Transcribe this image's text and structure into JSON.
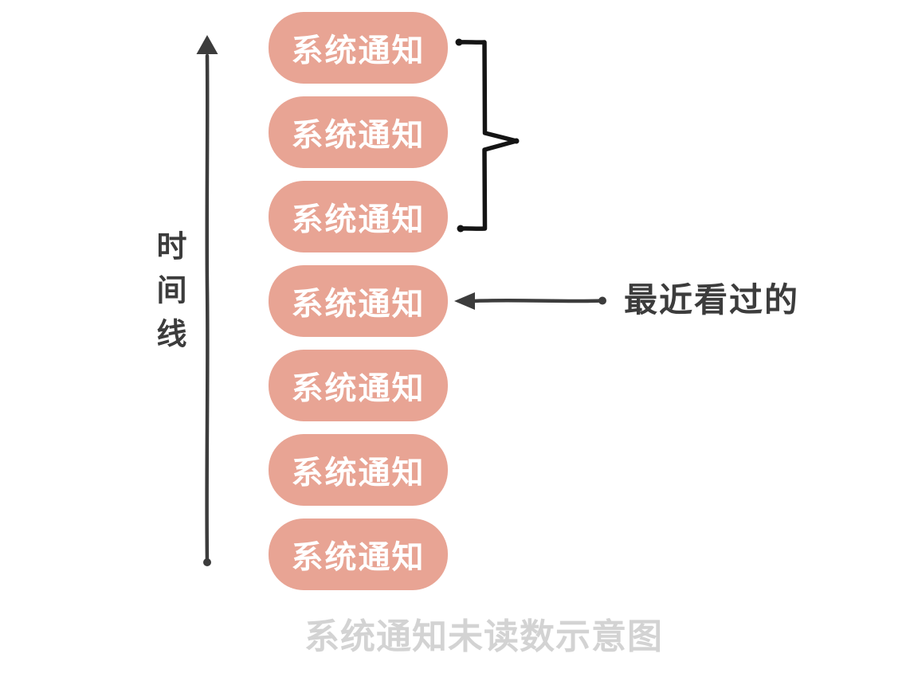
{
  "colors": {
    "background": "#ffffff",
    "box_fill": "#e8a494",
    "box_text": "#ffffff",
    "ink": "#3c3c3c",
    "caption_text": "#d3d3d3"
  },
  "timeline": {
    "label": "时间线"
  },
  "notifications": [
    "系统通知",
    "系统通知",
    "系统通知",
    "系统通知",
    "系统通知",
    "系统通知",
    "系统通知"
  ],
  "annotation": {
    "label": "最近看过的",
    "target_index": 3
  },
  "group": {
    "brace_covers_boxes": [
      0,
      1,
      2
    ]
  },
  "caption": "系统通知未读数示意图",
  "icons": {
    "timeline_arrow": "up-arrow",
    "group_brace": "right-curly-brace",
    "recent_arrow": "left-arrow"
  }
}
